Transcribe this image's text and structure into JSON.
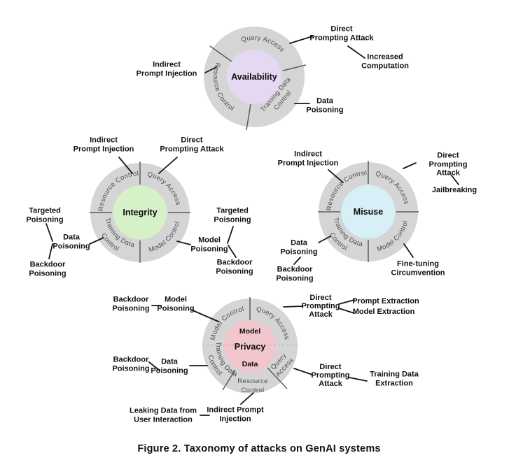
{
  "caption": "Figure 2. Taxonomy of attacks on GenAI systems",
  "colors": {
    "ring": "#d5d5d5",
    "availability_fill": "#e5d8f2",
    "integrity_fill": "#d6f0c8",
    "misuse_fill": "#d7eff6",
    "privacy_fill": "#f2c6cd"
  },
  "availability": {
    "title": "Availability",
    "segments": {
      "query_access": "Query Access",
      "resource_control": "Resource Control",
      "training_data_control": "Training Data\nControl"
    },
    "attacks": {
      "indirect_prompt_injection": "Indirect\nPrompt Injection",
      "direct_prompting_attack": "Direct\nPrompting Attack",
      "increased_computation": "Increased\nComputation",
      "data_poisoning": "Data\nPoisoning"
    }
  },
  "integrity": {
    "title": "Integrity",
    "segments": {
      "resource_control": "Resource Control",
      "query_access": "Query Access",
      "training_data_control": "Training Data\nControl",
      "model_control": "Model Control"
    },
    "attacks": {
      "indirect_prompt_injection": "Indirect\nPrompt Injection",
      "direct_prompting_attack": "Direct\nPrompting Attack",
      "targeted_poisoning_left": "Targeted\nPoisoning",
      "data_poisoning": "Data\nPoisoning",
      "backdoor_poisoning_left": "Backdoor\nPoisoning",
      "targeted_poisoning_right": "Targeted\nPoisoning",
      "model_poisoning": "Model\nPoisoning",
      "backdoor_poisoning_right": "Backdoor\nPoisoning"
    }
  },
  "misuse": {
    "title": "Misuse",
    "segments": {
      "resource_control": "Resource Control",
      "query_access": "Query Access",
      "training_data_control": "Training Data\nControl",
      "model_control": "Model Control"
    },
    "attacks": {
      "indirect_prompt_injection": "Indirect\nPrompt Injection",
      "direct_prompting_attack": "Direct\nPrompting Attack",
      "jailbreaking": "Jailbreaking",
      "data_poisoning": "Data\nPoisoning",
      "backdoor_poisoning": "Backdoor\nPoisoning",
      "fine_tuning_circumvention": "Fine-tuning\nCircumvention"
    }
  },
  "privacy": {
    "title": "Privacy",
    "center_top": "Model",
    "center_bottom": "Data",
    "segments": {
      "model_control": "Model Control",
      "query_access_top": "Query Access",
      "query_access_bottom": "Query\nAccess",
      "resource_control": "Resource\nControl",
      "training_data_control": "Training Data\nControl"
    },
    "attacks": {
      "backdoor_poisoning_model": "Backdoor\nPoisoning",
      "model_poisoning": "Model\nPoisoning",
      "direct_prompting_attack_query": "Direct\nPrompting\nAttack",
      "prompt_extraction": "Prompt Extraction",
      "model_extraction": "Model Extraction",
      "backdoor_poisoning_data": "Backdoor\nPoisoning",
      "data_poisoning": "Data\nPoisoning",
      "direct_prompting_attack_training": "Direct\nPrompting\nAttack",
      "training_data_extraction": "Training Data\nExtraction",
      "leaking_data_from_user_interaction": "Leaking Data from\nUser Interaction",
      "indirect_prompt_injection": "Indirect Prompt\nInjection"
    }
  }
}
